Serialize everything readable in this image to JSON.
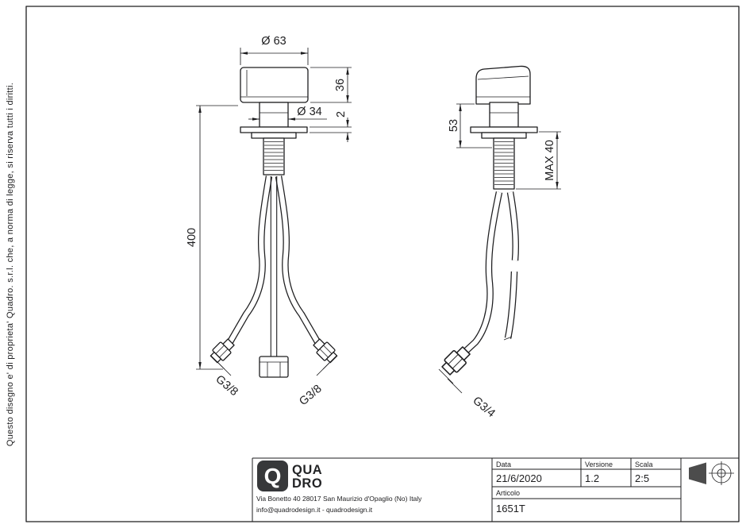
{
  "colors": {
    "line": "#1d1d1f",
    "logo": "#37383a",
    "background": "#ffffff"
  },
  "ownership_note": "Questo disegno e' di proprieta' Quadro. s.r.l. che, a norma di legge, si riserva tutti i diritti.",
  "front_view": {
    "dia_knob": "Ø 63",
    "knob_height": "36",
    "plate_thickness": "2",
    "dia_neck": "Ø 34",
    "hose_length": "400",
    "thread_left": "G3/8",
    "thread_right": "G3/8"
  },
  "side_view": {
    "height": "53",
    "max_thread": "MAX 40",
    "thread": "G3/4"
  },
  "title_block": {
    "logo_mark": "Q",
    "logo_line1": "QUA",
    "logo_line2": "DRO",
    "address_line1": "Via Bonetto 40  28017 San Maurizio d'Opaglio (No) Italy",
    "address_line2": "info@quadrodesign.it  -  quadrodesign.it",
    "date_label": "Data",
    "date_value": "21/6/2020",
    "version_label": "Versione",
    "version_value": "1.2",
    "scale_label": "Scala",
    "scale_value": "2:5",
    "article_label": "Articolo",
    "article_value": "1651T"
  }
}
